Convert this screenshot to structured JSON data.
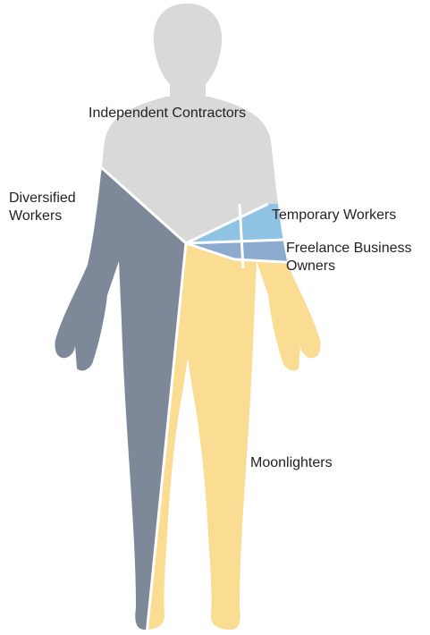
{
  "chart_data": {
    "type": "area",
    "title": "",
    "segments": [
      {
        "name": "Independent Contractors",
        "label": "Independent Contractors",
        "color": "#d9d9d9"
      },
      {
        "name": "Diversified Workers",
        "label_lines": [
          "Diversified",
          "Workers"
        ],
        "color": "#7d8898"
      },
      {
        "name": "Temporary Workers",
        "label": "Temporary Workers",
        "color": "#8fc3e4"
      },
      {
        "name": "Freelance Business Owners",
        "label_lines": [
          "Freelance Business",
          "Owners"
        ],
        "color": "#8cabcf"
      },
      {
        "name": "Moonlighters",
        "label": "Moonlighters",
        "color": "#fbdc93"
      }
    ],
    "legend": "labels-on-figure",
    "grid": false
  }
}
